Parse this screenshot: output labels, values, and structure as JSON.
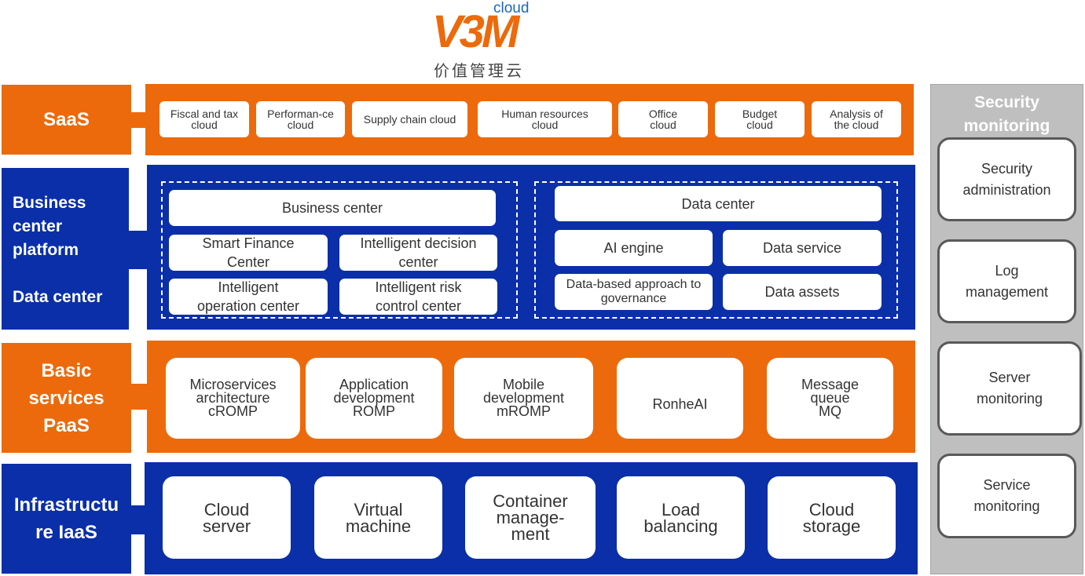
{
  "logo": {
    "top_text": "cloud",
    "main_text": "V3M",
    "sub_text": "价值管理云"
  },
  "saas": {
    "label": "SaaS",
    "items": [
      "Fiscal and tax cloud",
      "Performan-ce cloud",
      "Supply chain cloud",
      "Human resources cloud",
      "Office cloud",
      "Budget cloud",
      "Analysis of the cloud"
    ]
  },
  "bc": {
    "label_line1": "Business center platform",
    "label_line2": "Data center",
    "business_center": "Business center",
    "business_items": [
      "Smart Finance Center",
      "Intelligent decision center",
      "Intelligent operation center",
      "Intelligent risk control center"
    ],
    "data_center": "Data center",
    "data_items": [
      "AI engine",
      "Data service",
      "Data-based approach to governance",
      "Data assets"
    ]
  },
  "paas": {
    "label": "Basic services PaaS",
    "items": [
      "Microservices architecture cROMP",
      "Application development ROMP",
      "Mobile development mROMP",
      "RonheAI",
      "Message queue MQ"
    ]
  },
  "iaas": {
    "label": "Infrastructure IaaS",
    "items": [
      "Cloud server",
      "Virtual machine",
      "Container manage-ment",
      "Load balancing",
      "Cloud storage"
    ]
  },
  "security": {
    "title": "Security monitoring",
    "items": [
      "Security administration",
      "Log management",
      "Server monitoring",
      "Service monitoring"
    ]
  },
  "colors": {
    "orange": "#ec6a0c",
    "blue": "#0a2fa8",
    "gray": "#bfbfbf"
  }
}
